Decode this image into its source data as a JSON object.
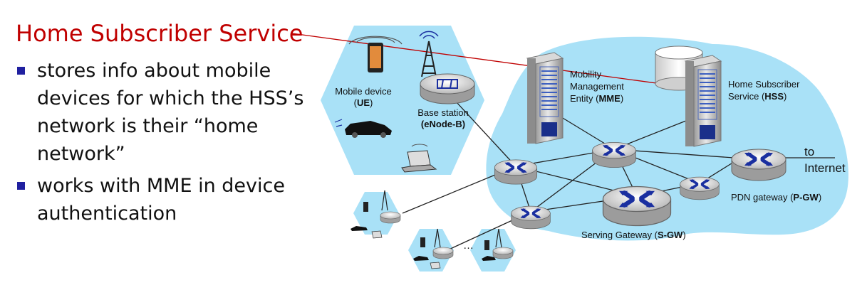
{
  "slide": {
    "title": "Home Subscriber Service",
    "bullets": [
      "stores info about mobile devices for which the HSS’s network is their “home network”",
      "works with MME in device authentication"
    ]
  },
  "diagram": {
    "mobile_device_label": "Mobile device",
    "mobile_device_abbr": "UE",
    "base_station_label": "Base station",
    "base_station_abbr": "eNode-B",
    "mme_label_lines": [
      "Mobility",
      "Management",
      "Entity ("
    ],
    "mme_abbr": "MME",
    "hss_label_lines": [
      "Home Subscriber",
      "Service ("
    ],
    "hss_abbr": "HSS",
    "pgw_label": "PDN gateway (",
    "pgw_abbr": "P-GW",
    "sgw_label": "Serving Gateway (",
    "sgw_abbr": "S-GW",
    "internet_label_lines": [
      "to",
      "Internet"
    ],
    "close_paren": ")",
    "ellipsis": "…"
  },
  "colors": {
    "title": "#c00000",
    "bullet": "#2020a0",
    "network_cloud": "#a9e1f7",
    "router_arrows": "#1a2fa0",
    "link": "#222222"
  }
}
